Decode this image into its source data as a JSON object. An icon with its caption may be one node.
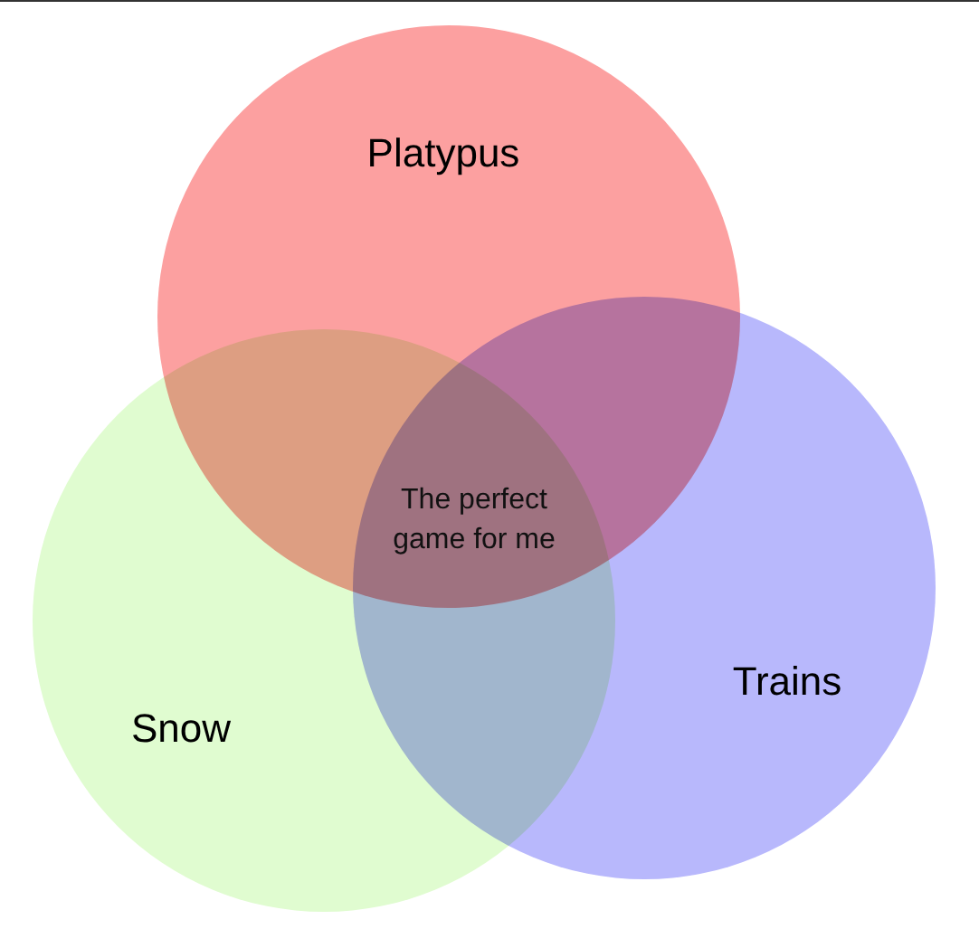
{
  "diagram": {
    "nodes": [
      {
        "text": [
          "Platypus"
        ]
      },
      {
        "text": [
          "Snow"
        ]
      },
      {
        "text": [
          "Trains"
        ]
      }
    ],
    "edges": [],
    "labels": [
      "The perfect game for me"
    ]
  }
}
